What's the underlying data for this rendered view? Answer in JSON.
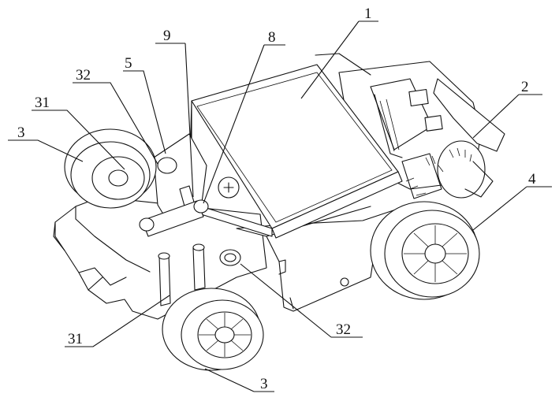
{
  "callouts": {
    "c1": "1",
    "c2": "2",
    "c3_left": "3",
    "c3_bottom": "3",
    "c4": "4",
    "c5": "5",
    "c8": "8",
    "c9": "9",
    "c31_top": "31",
    "c31_bottom": "31",
    "c32_top": "32",
    "c32_bottom": "32"
  },
  "colors": {
    "ink": "#111111",
    "paper": "#ffffff"
  }
}
